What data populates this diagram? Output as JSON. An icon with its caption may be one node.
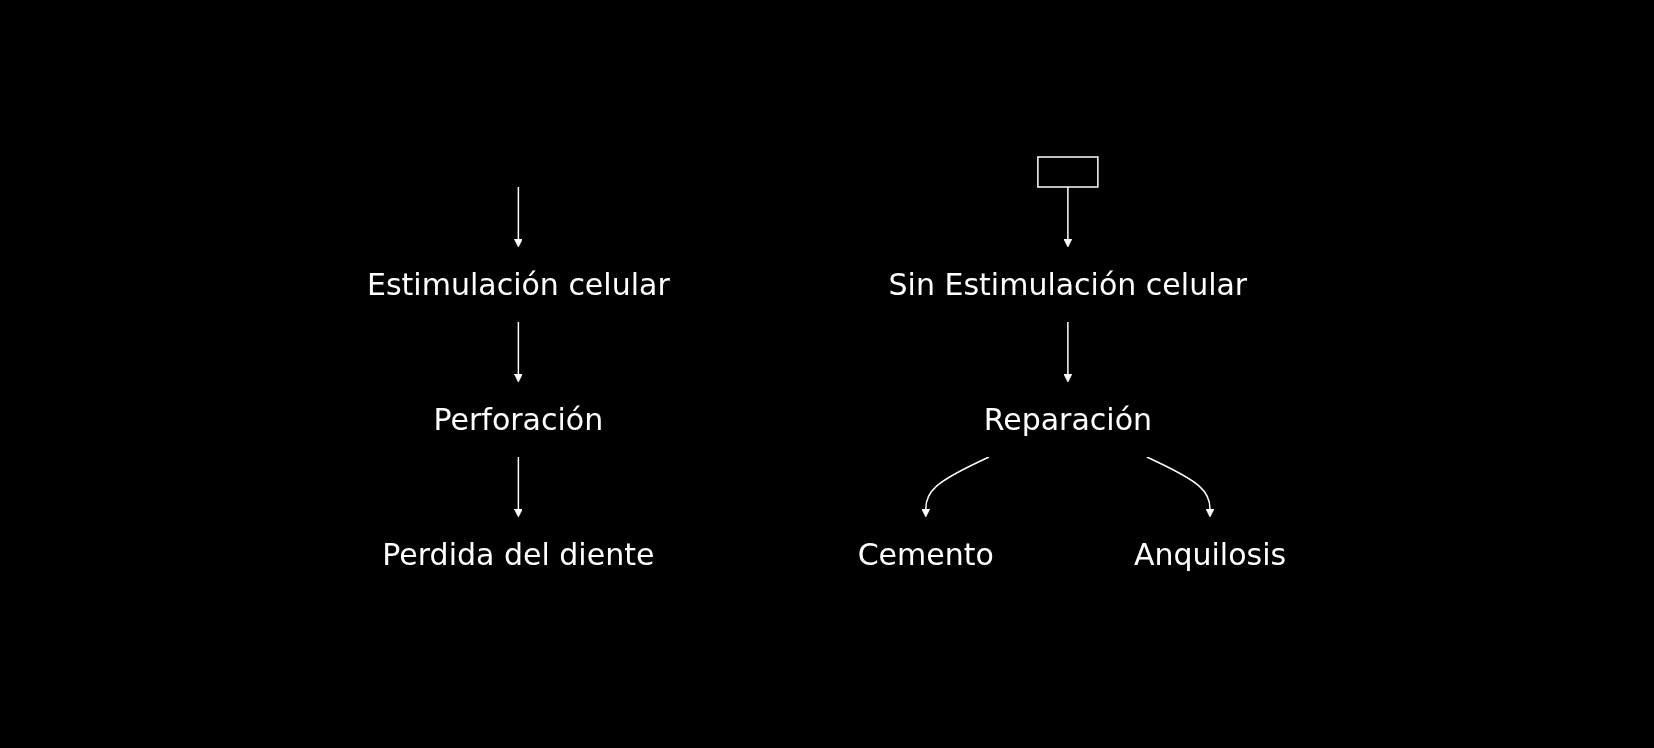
{
  "diagram": {
    "nodes": [
      {
        "text": [],
        "shape": "box"
      },
      {
        "text": [
          "Estimulación celular"
        ]
      },
      {
        "text": [
          "Sin Estimulación celular"
        ]
      },
      {
        "text": [
          "Perforación"
        ]
      },
      {
        "text": [
          "Reparación"
        ]
      },
      {
        "text": [
          "Perdida del diente"
        ]
      },
      {
        "text": [
          "Cemento"
        ]
      },
      {
        "text": [
          "Anquilosis"
        ]
      }
    ],
    "edges": [
      {
        "from": null,
        "to": 1,
        "arrow": "to"
      },
      {
        "from": 0,
        "to": 2,
        "arrow": "to"
      },
      {
        "from": 1,
        "to": 3,
        "arrow": "to"
      },
      {
        "from": 2,
        "to": 4,
        "arrow": "to"
      },
      {
        "from": 3,
        "to": 5,
        "arrow": "to"
      },
      {
        "from": 4,
        "to": 6,
        "arrow": "to"
      },
      {
        "from": 4,
        "to": 7,
        "arrow": "to"
      }
    ]
  }
}
